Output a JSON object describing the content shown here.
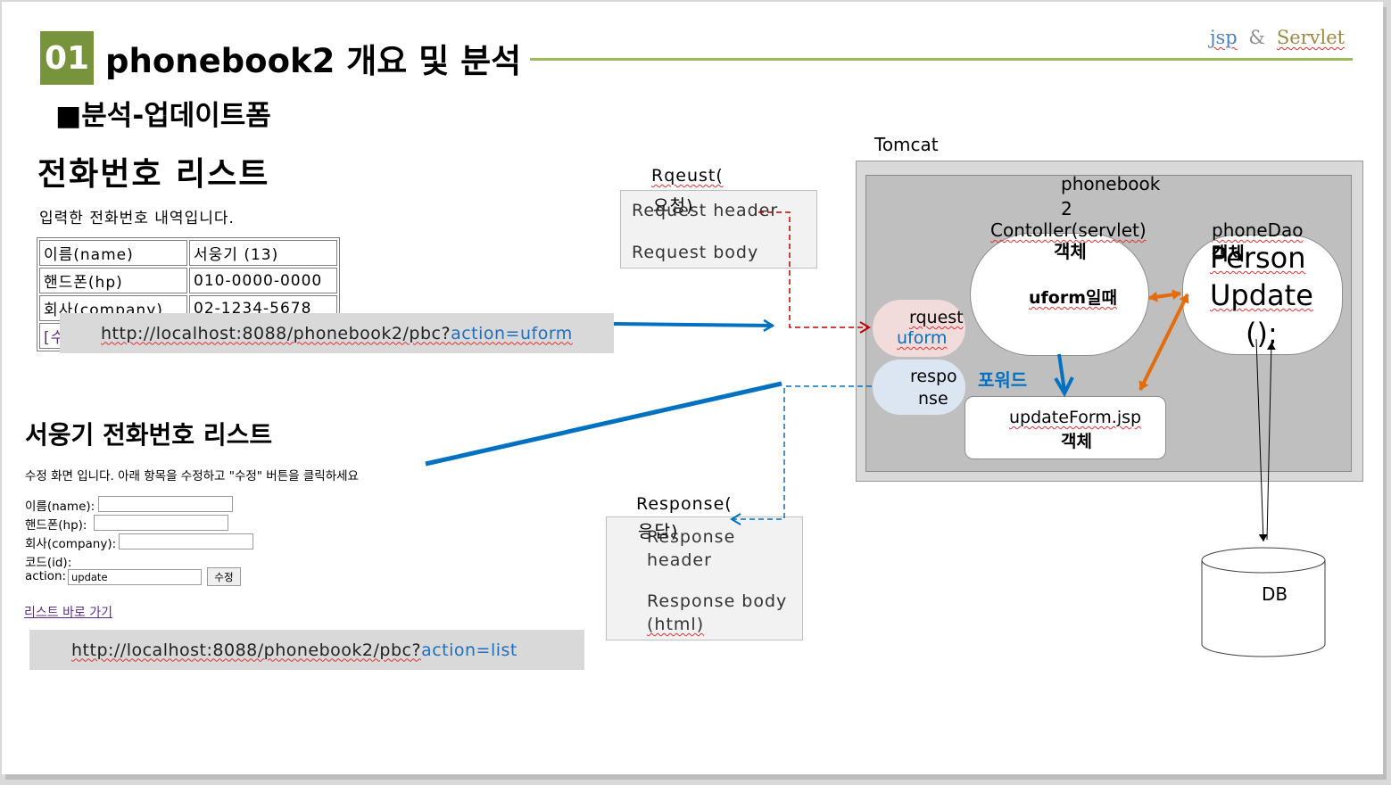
{
  "slide": {
    "badge": "01",
    "title": "phonebook2 개요 및 분석",
    "subtitle": "■분석-업데이트폼",
    "brand_jsp": "jsp",
    "brand_amp": "&",
    "brand_servlet": "Servlet"
  },
  "list_page": {
    "heading": "전화번호 리스트",
    "description": "입력한 전화번호 내역입니다.",
    "rows": [
      {
        "label": "이름(name)",
        "value": "서웅기 (13)"
      },
      {
        "label": "핸드폰(hp)",
        "value": "010-0000-0000"
      },
      {
        "label": "회사(company)",
        "value": "02-1234-5678"
      }
    ],
    "partial_row": "[수"
  },
  "url_top": {
    "base": "http://localhost:8088/phonebook2/pbc?",
    "action": "action=uform"
  },
  "update_form": {
    "heading": "서웅기 전화번호 리스트",
    "description": "수정 화면 입니다. 아래 항목을 수정하고 \"수정\" 버튼을 클릭하세요",
    "name_label": "이름(name):",
    "hp_label": "핸드폰(hp):",
    "company_label": "회사(company):",
    "code_label": "코드(id):",
    "action_label": "action:",
    "action_value": "update",
    "submit_label": "수정",
    "list_link": "리스트 바로 가기"
  },
  "url_bottom": {
    "base": "http://localhost:8088/phonebook2/pbc?",
    "action": "action=list"
  },
  "request": {
    "caption_line1": "Rqeust(",
    "caption_line2": "요청)",
    "header": "Request header",
    "body": "Request body"
  },
  "response": {
    "caption_line1": "Response(",
    "caption_line2": "응답)",
    "header_line1": "Response",
    "header_line2": "header",
    "body_line1": "Response body",
    "body_line2": "(html)"
  },
  "server": {
    "tomcat": "Tomcat",
    "app_line1": "phonebook",
    "app_line2": "2",
    "controller": "Contoller(servlet)",
    "controller_obj": "객체",
    "controller_case": "uform일때",
    "dao": "phoneDao",
    "dao_obj": "객체",
    "person_line1": "Person",
    "person_line2": "Update",
    "person_line3": "();",
    "req_obj_line1": "rquest",
    "req_obj_line2": "uform",
    "resp_obj_line1": "respo",
    "resp_obj_line2": "nse",
    "forward": "포워드",
    "jsp_line1": "updateForm.jsp",
    "jsp_line2": "객체",
    "db": "DB"
  },
  "colors": {
    "badge_green": "#77933c",
    "accent_blue": "#0070c0",
    "request_red": "#c00000",
    "dao_orange": "#e46c0a",
    "server_grey": "#bfbfbf"
  }
}
